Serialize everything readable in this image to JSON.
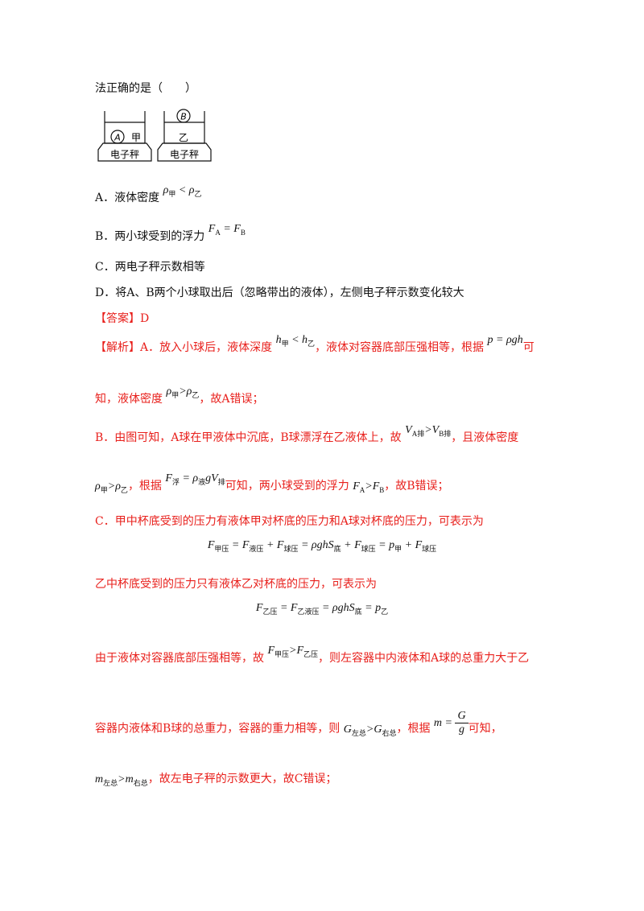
{
  "question": {
    "stem_tail": "法正确的是（　　）",
    "figure": {
      "left": {
        "ball": "A",
        "liquid": "甲",
        "scale": "电子秤"
      },
      "right": {
        "ball": "B",
        "liquid": "乙",
        "scale": "电子秤"
      }
    },
    "options": [
      {
        "letter": "A．",
        "text": "液体密度",
        "math": "ρ甲 < ρ乙"
      },
      {
        "letter": "B．",
        "text": "两小球受到的浮力",
        "math": "FA = FB"
      },
      {
        "letter": "C．",
        "text": "两电子秤示数相等",
        "math": ""
      },
      {
        "letter": "D．",
        "text": "将A、B两个小球取出后（忽略带出的液体），左侧电子秤示数变化较大",
        "math": ""
      }
    ]
  },
  "answer": {
    "label": "【答案】",
    "value": "D"
  },
  "analysis": {
    "label": "【解析】",
    "a_line1_part1": "A．放入小球后，液体深度",
    "a_line1_part2": "，液体对容器底部压强相等，根据",
    "a_line1_part3": "可",
    "a_line2_part1": "知，液体密度",
    "a_line2_part2": "，故A错误；",
    "b_line1_part1": "B．由图可知，A球在甲液体中沉底，B球漂浮在乙液体上，故",
    "b_line1_part2": "，且液体密度",
    "b_line2_part1": "，根据",
    "b_line2_part2": "可知，两小球受到的浮力",
    "b_line2_part3": "，故B错误；",
    "c_line1": "C．甲中杯底受到的压力有液体甲对杯底的压力和A球对杯底的压力，可表示为",
    "c_line2": "乙中杯底受到的压力只有液体乙对杯底的压力，可表示为",
    "c_line3_part1": "由于液体对容器底部压强相等，故",
    "c_line3_part2": "，则左容器中内液体和A球的总重力大于乙",
    "c_line4_part1": "容器内液体和B球的总重力，容器的重力相等，则",
    "c_line4_part2": "，根据",
    "c_line4_part3": "可知，",
    "c_line5_part1": "，故左电子秤的示数更大，故C错误；"
  }
}
